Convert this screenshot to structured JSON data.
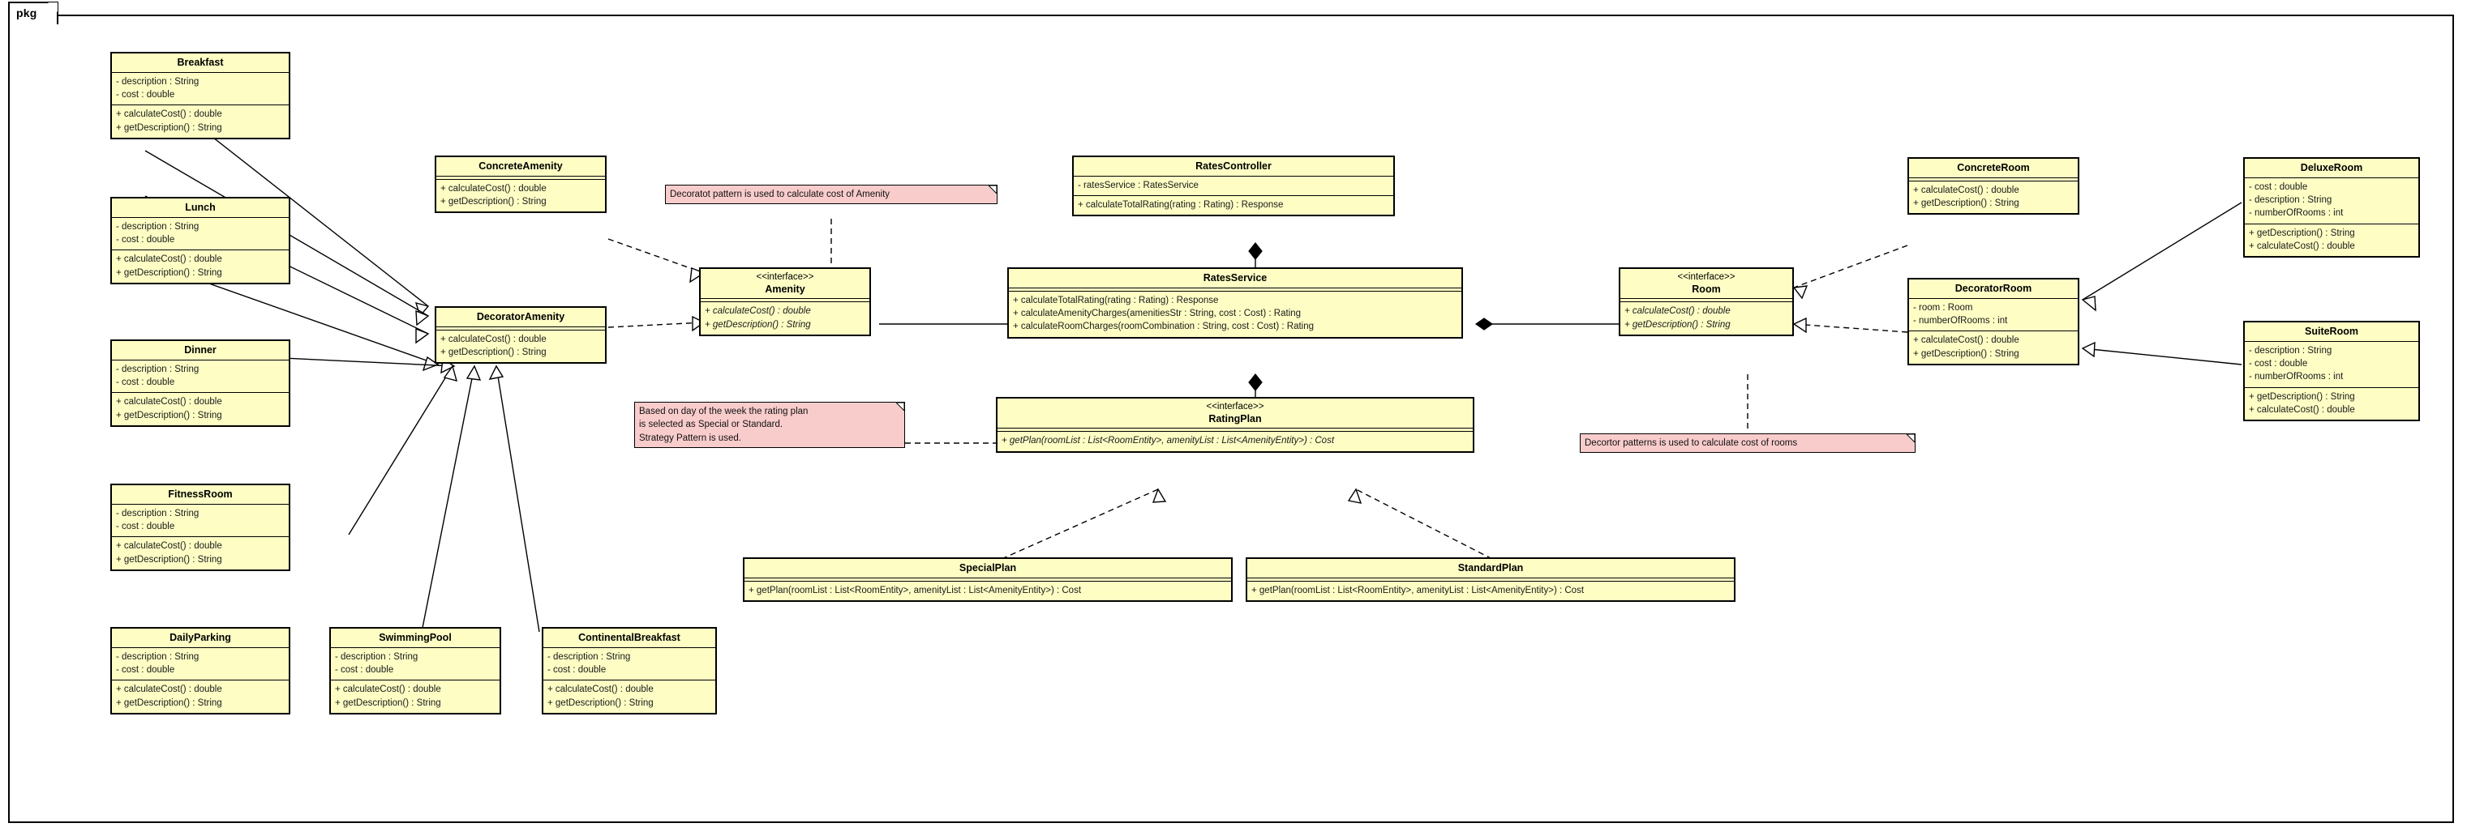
{
  "diagram": {
    "package_label": "pkg",
    "type": "uml-class-diagram"
  },
  "notes": [
    {
      "id": "note-amenity",
      "lines": [
        "Decoratot pattern is used to calculate cost of Amenity"
      ],
      "color": "#f9cccc"
    },
    {
      "id": "note-strategy",
      "lines": [
        "Based on day of the week the rating plan",
        "is selected as Special or Standard.",
        "Strategy Pattern is used."
      ],
      "color": "#f9cccc"
    },
    {
      "id": "note-room",
      "lines": [
        "Decortor patterns is used to calculate cost of rooms"
      ],
      "color": "#f9cccc"
    }
  ],
  "classes": {
    "breakfast": {
      "name": "Breakfast",
      "stereotype": "",
      "attributes": [
        "- description : String",
        "- cost : double"
      ],
      "operations": [
        "+ calculateCost() : double",
        "+ getDescription() : String"
      ]
    },
    "lunch": {
      "name": "Lunch",
      "stereotype": "",
      "attributes": [
        "- description : String",
        "- cost : double"
      ],
      "operations": [
        "+ calculateCost() : double",
        "+ getDescription() : String"
      ]
    },
    "dinner": {
      "name": "Dinner",
      "stereotype": "",
      "attributes": [
        "- description : String",
        "- cost : double"
      ],
      "operations": [
        "+ calculateCost() : double",
        "+ getDescription() : String"
      ]
    },
    "fitnessroom": {
      "name": "FitnessRoom",
      "stereotype": "",
      "attributes": [
        "- description : String",
        "- cost : double"
      ],
      "operations": [
        "+ calculateCost() : double",
        "+ getDescription() : String"
      ]
    },
    "dailyparking": {
      "name": "DailyParking",
      "stereotype": "",
      "attributes": [
        "- description : String",
        "- cost : double"
      ],
      "operations": [
        "+ calculateCost() : double",
        "+ getDescription() : String"
      ]
    },
    "swimmingpool": {
      "name": "SwimmingPool",
      "stereotype": "",
      "attributes": [
        "- description : String",
        "- cost : double"
      ],
      "operations": [
        "+ calculateCost() : double",
        "+ getDescription() : String"
      ]
    },
    "continentalbreakfast": {
      "name": "ContinentalBreakfast",
      "stereotype": "",
      "attributes": [
        "- description : String",
        "- cost : double"
      ],
      "operations": [
        "+ calculateCost() : double",
        "+ getDescription() : String"
      ]
    },
    "concreteamenity": {
      "name": "ConcreteAmenity",
      "stereotype": "",
      "attributes": [],
      "operations": [
        "+ calculateCost() : double",
        "+ getDescription() : String"
      ]
    },
    "decoratoramenity": {
      "name": "DecoratorAmenity",
      "stereotype": "",
      "attributes": [],
      "operations": [
        "+ calculateCost() : double",
        "+ getDescription() : String"
      ]
    },
    "amenity": {
      "name": "Amenity",
      "stereotype": "<<interface>>",
      "attributes": [],
      "operations": [
        "+ calculateCost() : double",
        "+ getDescription() : String"
      ]
    },
    "ratescontroller": {
      "name": "RatesController",
      "stereotype": "",
      "attributes": [
        "- ratesService : RatesService"
      ],
      "operations": [
        "+ calculateTotalRating(rating : Rating) : Response"
      ]
    },
    "ratesservice": {
      "name": "RatesService",
      "stereotype": "",
      "attributes": [],
      "operations": [
        "+ calculateTotalRating(rating : Rating) : Response",
        "+ calculateAmenityCharges(amenitiesStr : String, cost : Cost) : Rating",
        "+ calculateRoomCharges(roomCombination : String, cost : Cost) : Rating"
      ]
    },
    "ratingplan": {
      "name": "RatingPlan",
      "stereotype": "<<interface>>",
      "attributes": [],
      "operations": [
        "+ getPlan(roomList : List<RoomEntity>, amenityList : List<AmenityEntity>) : Cost"
      ]
    },
    "specialplan": {
      "name": "SpecialPlan",
      "stereotype": "",
      "attributes": [],
      "operations": [
        "+ getPlan(roomList : List<RoomEntity>, amenityList : List<AmenityEntity>) : Cost"
      ]
    },
    "standardplan": {
      "name": "StandardPlan",
      "stereotype": "",
      "attributes": [],
      "operations": [
        "+ getPlan(roomList : List<RoomEntity>, amenityList : List<AmenityEntity>) : Cost"
      ]
    },
    "room": {
      "name": "Room",
      "stereotype": "<<interface>>",
      "attributes": [],
      "operations": [
        "+ calculateCost() : double",
        "+ getDescription() : String"
      ]
    },
    "concreteroom": {
      "name": "ConcreteRoom",
      "stereotype": "",
      "attributes": [],
      "operations": [
        "+ calculateCost() : double",
        "+ getDescription() : String"
      ]
    },
    "decoratorroom": {
      "name": "DecoratorRoom",
      "stereotype": "",
      "attributes": [
        "- room : Room",
        "- numberOfRooms : int"
      ],
      "operations": [
        "+ calculateCost() : double",
        "+ getDescription() : String"
      ]
    },
    "deluxeroom": {
      "name": "DeluxeRoom",
      "stereotype": "",
      "attributes": [
        "- cost : double",
        "- description : String",
        "- numberOfRooms : int"
      ],
      "operations": [
        "+ getDescription() : String",
        "+ calculateCost() : double"
      ]
    },
    "suiteroom": {
      "name": "SuiteRoom",
      "stereotype": "",
      "attributes": [
        "- description : String",
        "- cost : double",
        "- numberOfRooms : int"
      ],
      "operations": [
        "+ getDescription() : String",
        "+ calculateCost() : double"
      ]
    }
  },
  "colors": {
    "class_fill": "#fdfdc4",
    "note_fill": "#f9cccc",
    "stroke": "#000000",
    "background": "#ffffff"
  }
}
